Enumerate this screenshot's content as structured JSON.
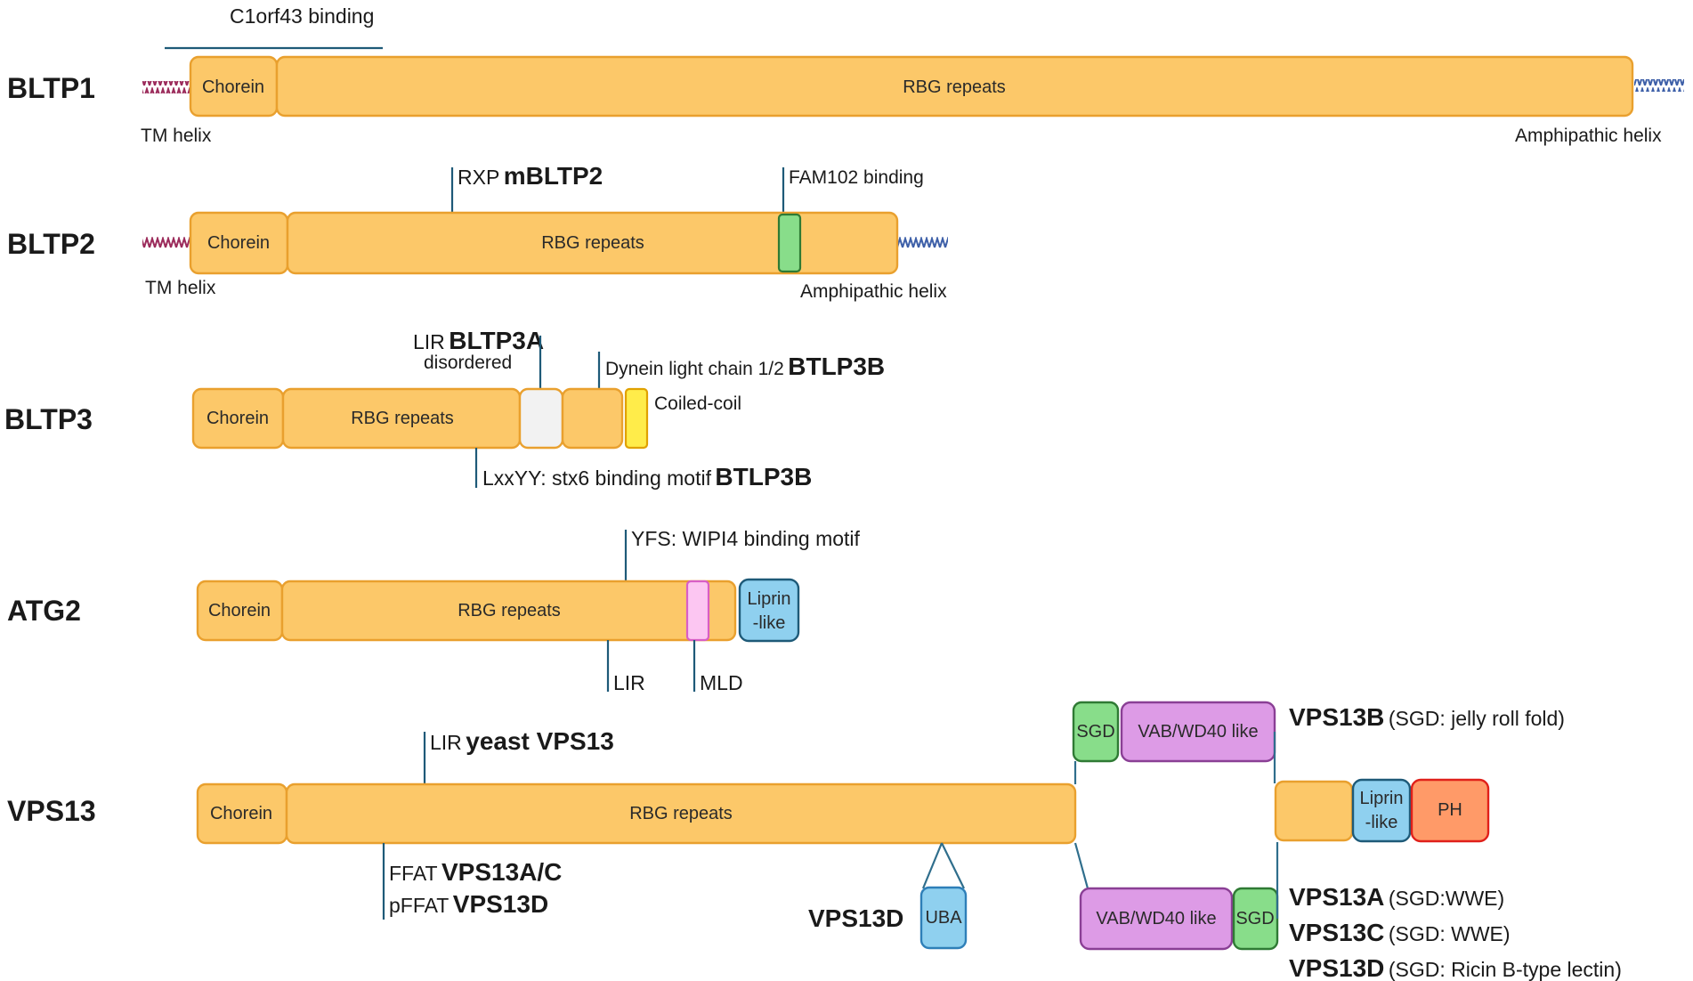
{
  "figure": {
    "c1orf43_label": "C1orf43 binding"
  },
  "domains": {
    "chorein": "Chorein",
    "rbg": "RBG repeats",
    "liprin_1": "Liprin",
    "liprin_2": "-like",
    "sgd": "SGD",
    "vab": "VAB/WD40 like",
    "ph": "PH",
    "uba": "UBA"
  },
  "bltp1": {
    "name": "BLTP1",
    "tm_label": "TM helix",
    "amph_label": "Amphipathic helix"
  },
  "bltp2": {
    "name": "BLTP2",
    "rxp_label": "RXP",
    "rxp_bold": "mBLTP2",
    "fam_label": "FAM102 binding",
    "tm_label": "TM helix",
    "amph_label": "Amphipathic helix"
  },
  "bltp3": {
    "name": "BLTP3",
    "lir_label": "LIR",
    "lir_bold": "BLTP3A",
    "disordered_label": "disordered",
    "dynein_label": "Dynein light chain 1/2",
    "dynein_bold": "BTLP3B",
    "coiled_label": "Coiled-coil",
    "lxxyy_label": "LxxYY: stx6 binding motif",
    "lxxyy_bold": "BTLP3B"
  },
  "atg2": {
    "name": "ATG2",
    "yfs_label": "YFS: WIPI4 binding motif",
    "lir_label": "LIR",
    "mld_label": "MLD"
  },
  "vps13": {
    "name": "VPS13",
    "lir_label": "LIR",
    "lir_bold": "yeast VPS13",
    "ffat_label": "FFAT",
    "ffat_bold": "VPS13A/C",
    "pffat_label": "pFFAT",
    "pffat_bold": "VPS13D",
    "uba_owner": "VPS13D",
    "b_bold": "VPS13B",
    "b_note": "(SGD: jelly roll fold)",
    "a_bold": "VPS13A",
    "a_note": "(SGD:WWE)",
    "c_bold": "VPS13C",
    "c_note": "(SGD: WWE)",
    "d_bold": "VPS13D",
    "d_note": "(SGD: Ricin B-type lectin)"
  },
  "colors": {
    "orange_fill": "#fcc869",
    "orange_stroke": "#e9a02e",
    "green_fill": "#88dd8a",
    "blue_fill": "#8fd0ef",
    "pink_fill": "#fcc6f2",
    "violet_fill": "#dd9be6",
    "red_fill": "#ff9a68",
    "yellow_fill": "#ffec4a",
    "gray_fill": "#f2f2f2",
    "line": "#1e5a78"
  },
  "icons": {
    "tm_helix": "tm-helix-icon",
    "amphipathic_helix": "amphipathic-helix-icon"
  }
}
